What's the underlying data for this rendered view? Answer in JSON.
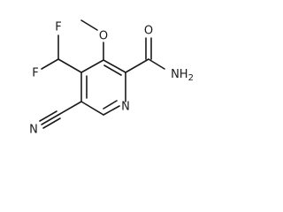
{
  "molecule": {
    "atoms": {
      "nitrile_n": "N",
      "ring_n": "N",
      "fluorine_1": "F",
      "fluorine_2": "F",
      "methoxy_o": "O",
      "amide_o": "O",
      "amide_nh2": "NH2"
    }
  }
}
